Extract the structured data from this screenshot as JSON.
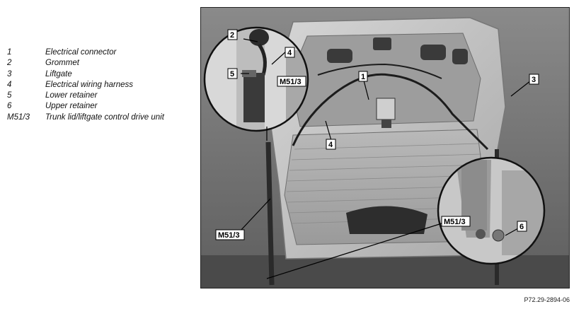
{
  "legend": [
    {
      "key": "1",
      "text": "Electrical connector"
    },
    {
      "key": "2",
      "text": "Grommet"
    },
    {
      "key": "3",
      "text": "Liftgate"
    },
    {
      "key": "4",
      "text": "Electrical wiring harness"
    },
    {
      "key": "5",
      "text": "Lower retainer"
    },
    {
      "key": "6",
      "text": "Upper retainer"
    },
    {
      "key": "M51/3",
      "text": "Trunk lid/liftgate control drive unit"
    }
  ],
  "callouts": {
    "c1": "1",
    "c2": "2",
    "c3": "3",
    "c4_inset": "4",
    "c4_main": "4",
    "c5": "5",
    "c6": "6",
    "m51_inset_left": "M51/3",
    "m51_main": "M51/3",
    "m51_inset_right": "M51/3"
  },
  "figure_code": "P72.29-2894-06"
}
